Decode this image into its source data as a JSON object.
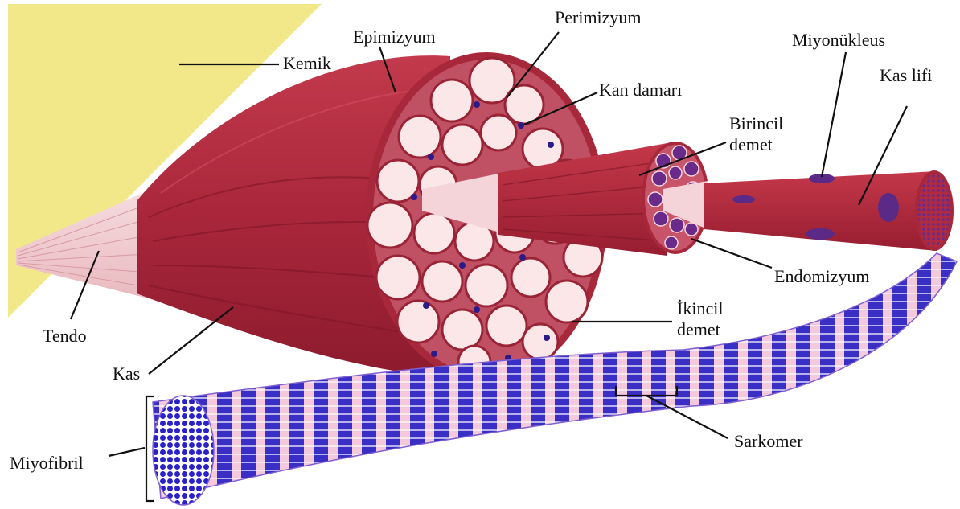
{
  "labels": {
    "kemik": "Kemik",
    "epimizyum": "Epimizyum",
    "perimizyum": "Perimizyum",
    "kan_damari": "Kan damarı",
    "birincil_demet_1": "Birincil",
    "birincil_demet_2": "demet",
    "miyonukleus": "Miyonükleus",
    "kas_lifi": "Kas lifi",
    "endomizyum": "Endomizyum",
    "ikincil_demet_1": "İkincil",
    "ikincil_demet_2": "demet",
    "tendo": "Tendo",
    "kas": "Kas",
    "miyofibril": "Miyofibril",
    "sarkomer": "Sarkomer"
  },
  "colors": {
    "bone": "#f2e88a",
    "muscle": "#b0273a",
    "muscle_dark": "#8e1a2c",
    "tendon": "#f3d3d6",
    "fascicle_fill": "#fbe6e8",
    "fiber": "#9c2a3e",
    "nucleus": "#5a2a86",
    "myofibril_blue": "#3a2fc4",
    "myofibril_pink": "#f4c9dc"
  }
}
